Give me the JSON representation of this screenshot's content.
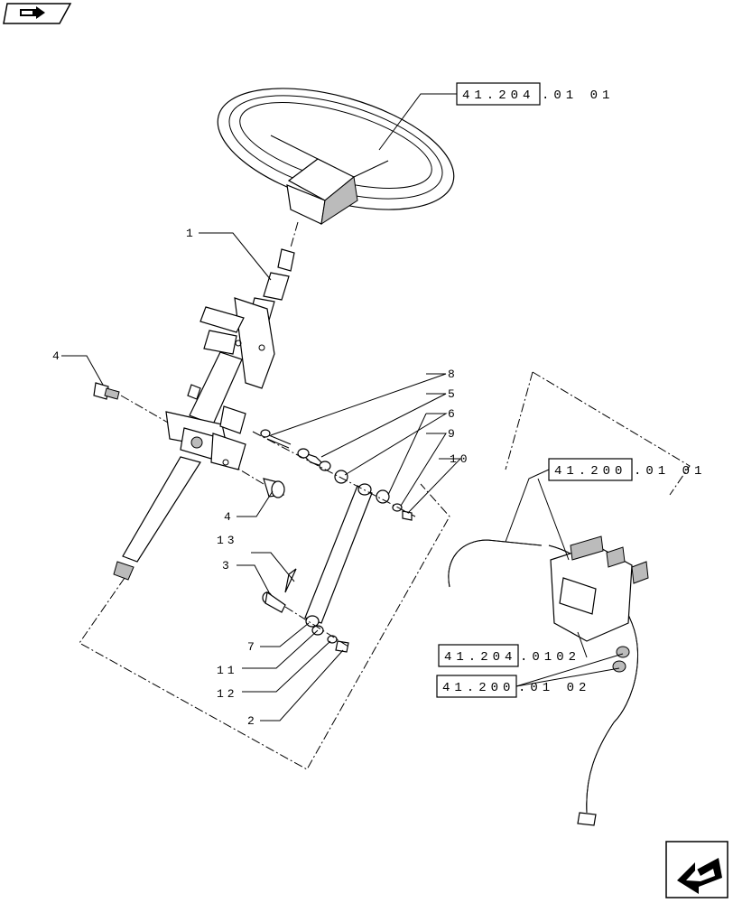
{
  "nav": {
    "back_icon": "arrow-right-icon",
    "forward_icon": "arrow-left-icon"
  },
  "callouts": {
    "c1": "1",
    "c2": "2",
    "c3": "3",
    "c4a": "4",
    "c4b": "4",
    "c5": "5",
    "c6": "6",
    "c7": "7",
    "c8": "8",
    "c9": "9",
    "c10": "10",
    "c11": "11",
    "c12": "12",
    "c13": "13"
  },
  "references": {
    "steering_wheel": {
      "box": "41.204",
      "rest": ".01 01"
    },
    "steering_unit": {
      "box": "41.200",
      "rest": ".01 01"
    },
    "unit_ref_2": {
      "box": "41.204",
      "rest": ".0102"
    },
    "unit_ref_3": {
      "box": "41.200",
      "rest": ".01 02"
    }
  }
}
